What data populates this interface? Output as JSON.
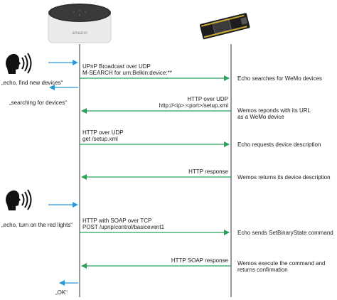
{
  "colors": {
    "green": "#27a35a",
    "blue": "#2a98d6",
    "lifeline": "#333333",
    "text": "#1a1a1a"
  },
  "devices": {
    "echo_label": "amazon",
    "echo_icon": "echo-dot-speaker-icon",
    "wemos_icon": "wemos-board-icon",
    "user_icon": "speaking-head-icon"
  },
  "user_speech": {
    "find": "„echo, find new devices“",
    "searching": "„searching for devices“",
    "turn_on": "„echo, turn on the red lights“",
    "ok": "„OK“"
  },
  "messages": [
    {
      "line1": "UPnP Broadcast over UDP",
      "line2": "M-SEARCH for urn:Belkin:device:**",
      "direction": "to-wemos",
      "note1": "Echo searches for WeMo devices",
      "note2": ""
    },
    {
      "line1": "HTTP over UDP",
      "line2": "http://<ip>:<port>/setup.xml",
      "direction": "to-echo",
      "note1": "Wemos reponds with its URL",
      "note2": "as a WeMo device"
    },
    {
      "line1": "HTTP over UDP",
      "line2": "get /setup.xml",
      "direction": "to-wemos",
      "note1": "Echo requests device description",
      "note2": ""
    },
    {
      "line1": "HTTP response",
      "line2": "",
      "direction": "to-echo",
      "note1": "Wemos returns its device description",
      "note2": ""
    },
    {
      "line1": "HTTP with SOAP over TCP",
      "line2": "POST /upnp/control/basicevent1",
      "direction": "to-wemos",
      "note1": "Echo sends SetBinaryState command",
      "note2": ""
    },
    {
      "line1": "HTTP SOAP response",
      "line2": "",
      "direction": "to-echo",
      "note1": "Wemos execute the command and",
      "note2": "returns confirmation"
    }
  ]
}
